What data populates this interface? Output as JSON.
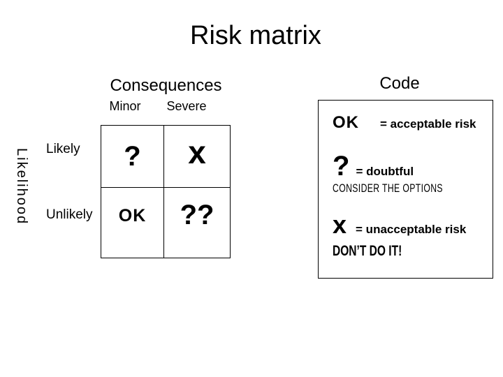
{
  "slide": {
    "title": "Risk matrix",
    "matrix": {
      "columns_axis_label": "Consequences",
      "rows_axis_label": "Likelihood",
      "col_headers": [
        "Minor",
        "Severe"
      ],
      "row_headers": [
        "Likely",
        "Unlikely"
      ],
      "cells": {
        "likely_minor": "?",
        "likely_severe": "x",
        "unlikely_minor": "OK",
        "unlikely_severe": "??"
      }
    },
    "legend": {
      "title": "Code",
      "entries": [
        {
          "symbol": "OK",
          "definition": "= acceptable risk",
          "note": ""
        },
        {
          "symbol": "?",
          "definition": "= doubtful",
          "note": "CONSIDER THE OPTIONS"
        },
        {
          "symbol": "x",
          "definition": "= unacceptable risk",
          "note": "DON’T DO IT!"
        }
      ]
    },
    "colors": {
      "text": "#000000",
      "background": "#ffffff",
      "line": "#000000"
    }
  }
}
